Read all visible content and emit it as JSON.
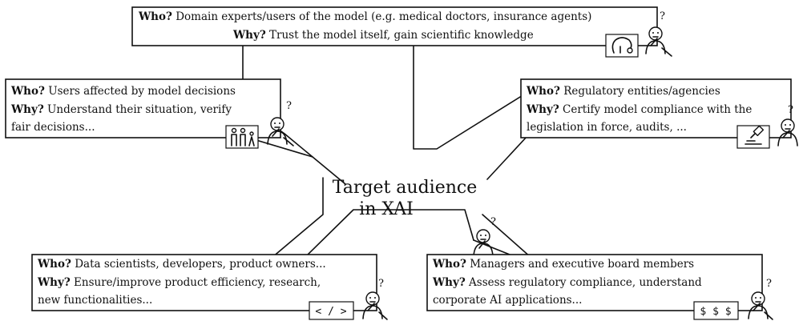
{
  "center": {
    "line1": "Target audience",
    "line2": "in XAI"
  },
  "labels": {
    "who": "Who?",
    "why": "Why?",
    "question_mark": "?"
  },
  "audiences": [
    {
      "key": "domain-experts",
      "who_text": " Domain experts/users of the model (e.g. medical doctors, insurance agents)",
      "why_lines": [
        " Trust the model itself, gain scientific knowledge"
      ],
      "icon": "brain-icon"
    },
    {
      "key": "affected-users",
      "who_text": " Users affected by model decisions",
      "why_lines": [
        " Understand their situation, verify",
        "fair decisions..."
      ],
      "icon": "people-icon"
    },
    {
      "key": "regulators",
      "who_text": " Regulatory entities/agencies",
      "why_lines": [
        " Certify model compliance with the",
        "legislation in force, audits, ..."
      ],
      "icon": "gavel-icon"
    },
    {
      "key": "data-scientists",
      "who_text": " Data scientists, developers, product owners...",
      "why_lines": [
        " Ensure/improve product efficiency, research,",
        "new functionalities..."
      ],
      "icon": "code-icon",
      "icon_text": "< / >"
    },
    {
      "key": "managers",
      "who_text": " Managers and executive board members",
      "why_lines": [
        " Assess regulatory compliance, understand",
        "corporate AI applications..."
      ],
      "icon": "money-icon",
      "icon_text": "$ $ $"
    }
  ]
}
